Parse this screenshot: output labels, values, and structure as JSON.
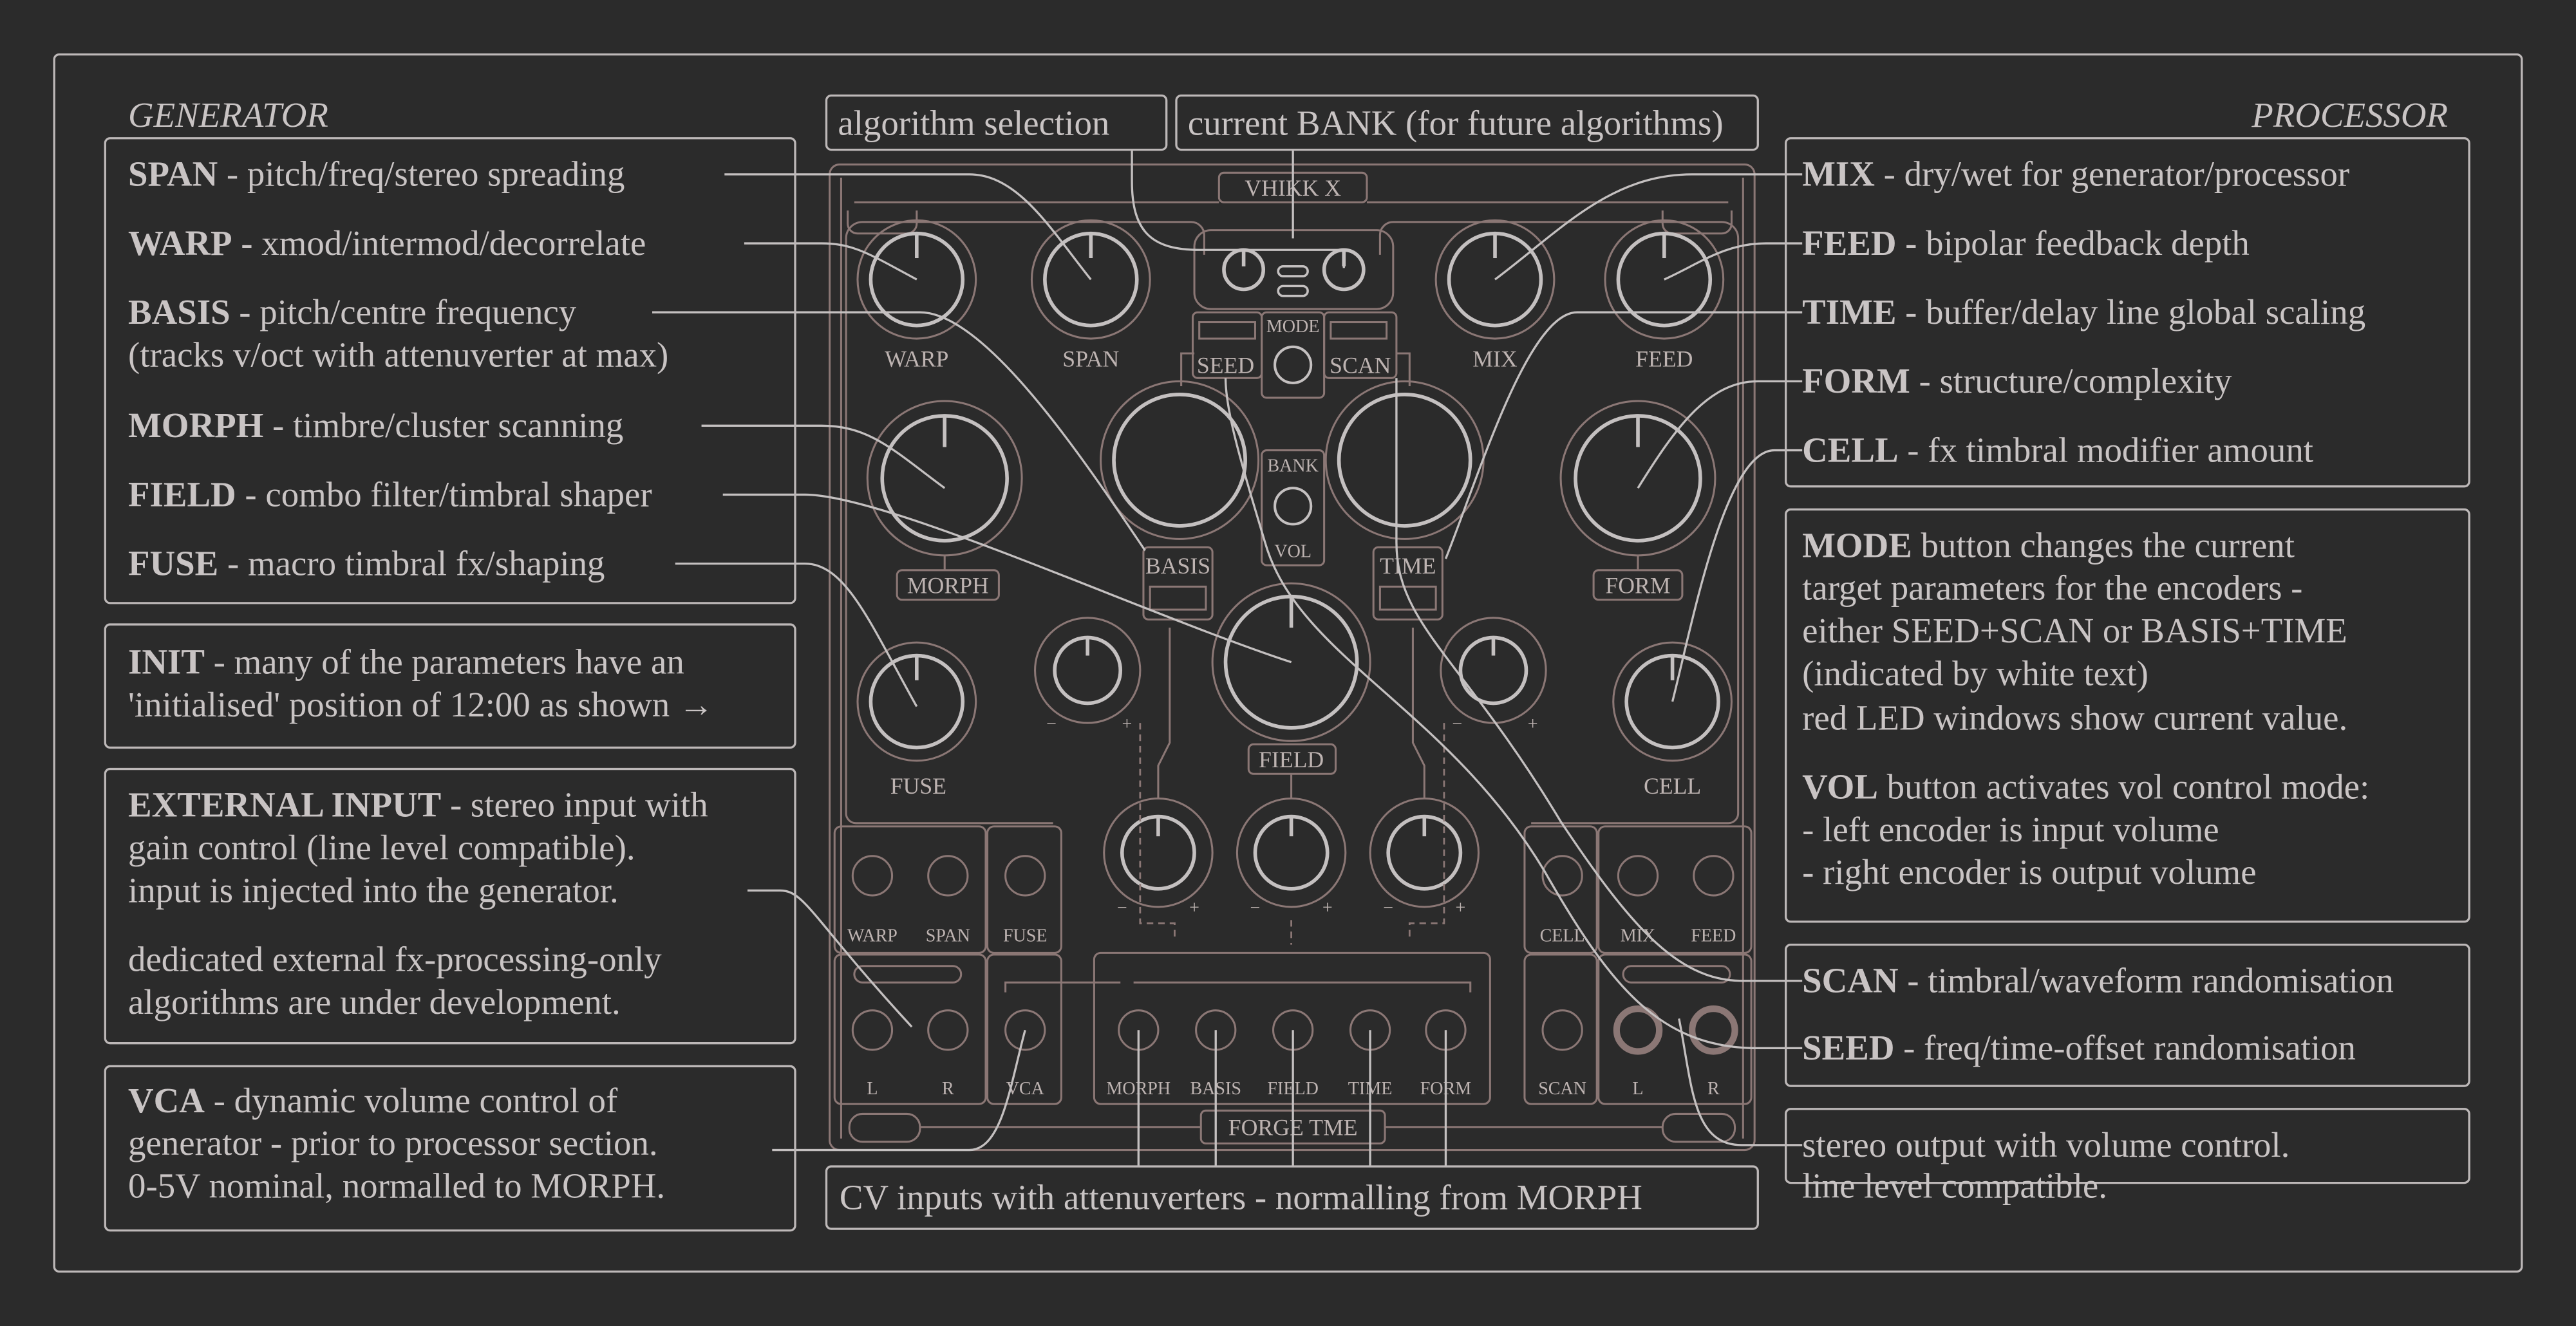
{
  "generator": {
    "heading": "GENERATOR",
    "params": [
      {
        "name": "SPAN",
        "desc": " - pitch/freq/stereo spreading"
      },
      {
        "name": "WARP",
        "desc": " - xmod/intermod/decorrelate"
      },
      {
        "name": "BASIS",
        "desc": " - pitch/centre frequency"
      },
      {
        "name": "MORPH",
        "desc": " - timbre/cluster scanning"
      },
      {
        "name": "FIELD",
        "desc": " - combo filter/timbral shaper"
      },
      {
        "name": "FUSE",
        "desc": " - macro timbral fx/shaping"
      }
    ],
    "basis_note": "(tracks v/oct with attenuverter at max)",
    "init": {
      "name": "INIT",
      "line1": " - many of the parameters have an",
      "line2": "'initialised' position of 12:00 as shown →"
    },
    "external": {
      "name": "EXTERNAL INPUT",
      "line1": " - stereo input with",
      "line2": "gain control (line level compatible).",
      "line3": "input is injected into the generator.",
      "line4": "dedicated external fx-processing-only",
      "line5": "algorithms are under development."
    },
    "vca": {
      "name": "VCA",
      "line1": " - dynamic volume control of",
      "line2": "generator - prior to processor section.",
      "line3": "0-5V nominal, normalled to MORPH."
    }
  },
  "processor": {
    "heading": "PROCESSOR",
    "params": [
      {
        "name": "MIX",
        "desc": " - dry/wet for generator/processor"
      },
      {
        "name": "FEED",
        "desc": " - bipolar feedback depth"
      },
      {
        "name": "TIME",
        "desc": " - buffer/delay line global scaling"
      },
      {
        "name": "FORM",
        "desc": " - structure/complexity"
      },
      {
        "name": "CELL",
        "desc": " - fx timbral modifier amount"
      }
    ],
    "mode": {
      "name": "MODE",
      "line1": " button changes the current",
      "line2": "target parameters for the encoders -",
      "line3": "either SEED+SCAN or BASIS+TIME",
      "line4": "(indicated by white text)",
      "line5": "red LED windows show current value."
    },
    "vol": {
      "name": "VOL",
      "line1": " button activates vol control mode:",
      "line2": "- left encoder is input volume",
      "line3": "- right encoder is output volume"
    },
    "scan": {
      "name": "SCAN",
      "desc": " - timbral/waveform randomisation"
    },
    "seed": {
      "name": "SEED",
      "desc": " - freq/time-offset randomisation"
    },
    "output": {
      "line1": "stereo output with volume control.",
      "line2": "line level compatible."
    }
  },
  "top": {
    "algorithm": "algorithm selection",
    "bank": "current BANK (for future algorithms)"
  },
  "bottom": {
    "cv": "CV inputs with attenuverters - normalling from MORPH"
  },
  "module": {
    "name": "VHIKK X",
    "knobs": {
      "warp": "WARP",
      "span": "SPAN",
      "mix": "MIX",
      "feed": "FEED",
      "morph": "MORPH",
      "form": "FORM",
      "basis": "BASIS",
      "time": "TIME",
      "field": "FIELD",
      "fuse": "FUSE",
      "cell": "CELL"
    },
    "center": {
      "seed": "SEED",
      "mode": "MODE",
      "scan": "SCAN",
      "bank": "BANK",
      "vol": "VOL"
    },
    "jacks_top": [
      "WARP",
      "SPAN",
      "FUSE",
      "CELL",
      "MIX",
      "FEED"
    ],
    "jacks_bottom": [
      "L",
      "R",
      "VCA",
      "MORPH",
      "BASIS",
      "FIELD",
      "TIME",
      "FORM",
      "SCAN",
      "L",
      "R"
    ],
    "brand": "FORGE TME",
    "minus": "−",
    "plus": "+"
  },
  "colors": {
    "background": "#2b2b2b",
    "text": "#c9c4c4",
    "panel": "#8b7775"
  }
}
